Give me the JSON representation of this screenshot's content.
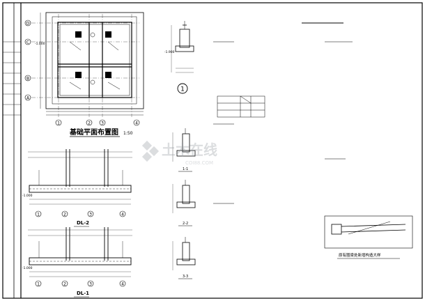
{
  "plan": {
    "title": "基础平面布置图",
    "scale": "1:50",
    "axis_letters": [
      "A",
      "B",
      "C",
      "D"
    ],
    "axis_numbers": [
      "1",
      "2",
      "3",
      "4"
    ],
    "elevation": "-1.000"
  },
  "detail_1": {
    "number": "1",
    "elevation": "-1.900"
  },
  "beam_dl2": {
    "label": "DL-2",
    "axis_numbers": [
      "1",
      "2",
      "3",
      "4"
    ],
    "elevation": "-1.000"
  },
  "beam_dl1": {
    "label": "DL-1",
    "axis_numbers": [
      "1",
      "2",
      "3",
      "4"
    ],
    "elevation": "-1.000"
  },
  "sections": [
    {
      "label": "1-1"
    },
    {
      "label": "2-2"
    },
    {
      "label": "3-3"
    }
  ],
  "node_detail": {
    "title": "原有圈梁处新增构造大样"
  },
  "watermark": {
    "text": "土木在线",
    "sub": "COI88.COM"
  }
}
